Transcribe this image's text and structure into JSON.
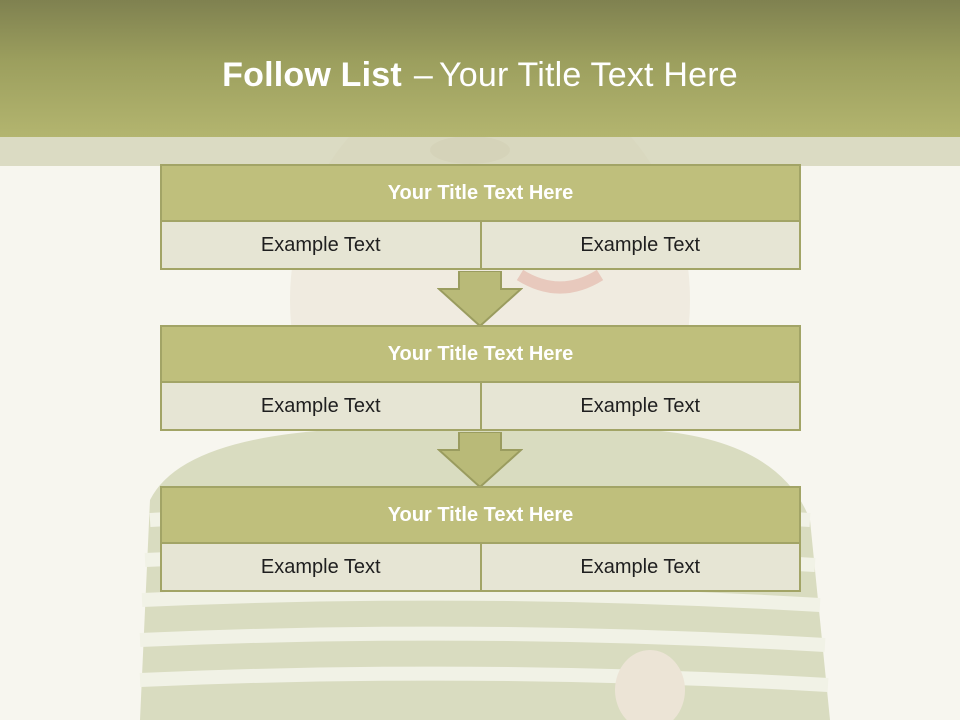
{
  "header": {
    "title_bold": "Follow List",
    "title_dash": "–",
    "title_rest": "Your Title Text Here"
  },
  "blocks": [
    {
      "title": "Your Title Text Here",
      "left": "Example Text",
      "right": "Example Text"
    },
    {
      "title": "Your Title Text Here",
      "left": "Example Text",
      "right": "Example Text"
    },
    {
      "title": "Your Title Text Here",
      "left": "Example Text",
      "right": "Example Text"
    }
  ],
  "colors": {
    "header_dark": "#7f8150",
    "header_light": "#b3b56f",
    "block_head": "#bfbf7c",
    "block_cell": "#e6e5d4",
    "border": "#a2a466"
  }
}
